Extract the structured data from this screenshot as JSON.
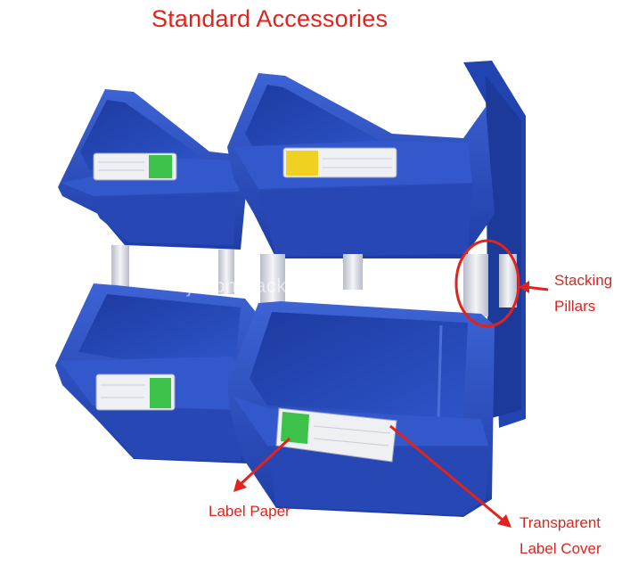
{
  "title": "Standard Accessories",
  "watermark": "jiutongrack.com",
  "callouts": {
    "stacking_pillars_line1": "Stacking",
    "stacking_pillars_line2": "Pillars",
    "label_paper": "Label Paper",
    "transparent_label_cover_line1": "Transparent",
    "transparent_label_cover_line2": "Label Cover"
  },
  "colors": {
    "bin_blue": "#2a4fc0",
    "bin_blue_dark": "#1c3a9a",
    "bin_blue_light": "#4a6fd8",
    "annotation_red": "#e0231d",
    "label_green": "#3cc24a",
    "label_yellow": "#f0d020",
    "pillar_white": "#e6e8ee"
  }
}
